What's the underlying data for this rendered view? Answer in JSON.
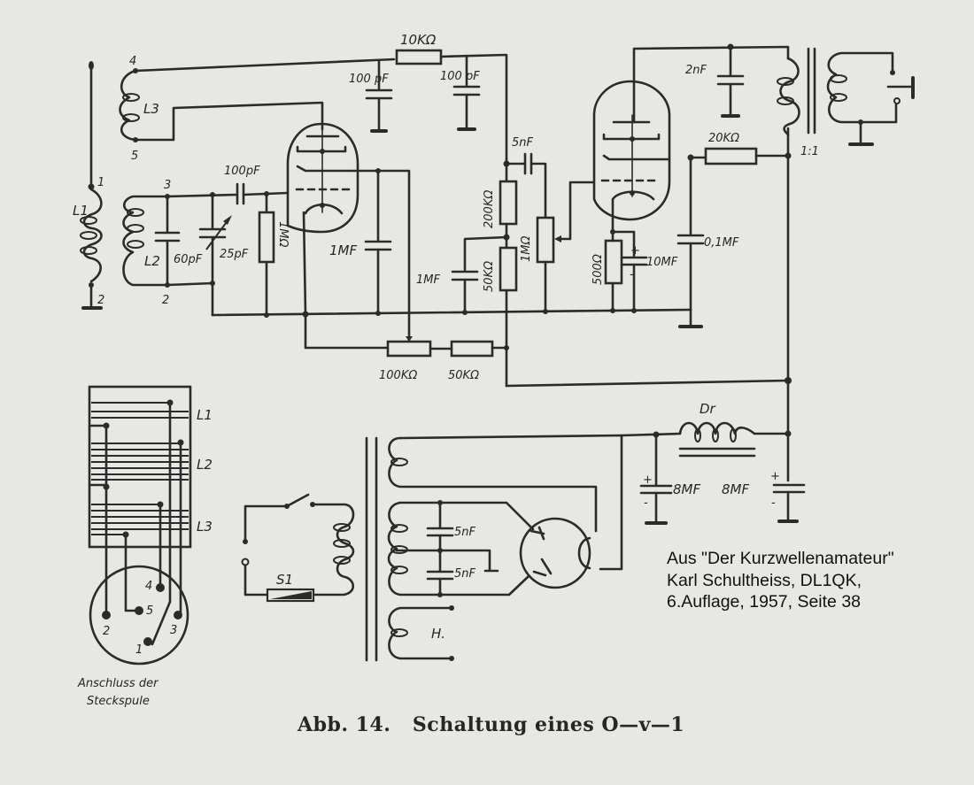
{
  "figure": {
    "caption_number": "Abb. 14.",
    "caption_text": "Schaltung eines O—v—1"
  },
  "source_note": {
    "line1": "Aus \"Der Kurzwellenamateur\"",
    "line2": "Karl Schultheiss, DL1QK,",
    "line3": "6.Auflage, 1957, Seite 38"
  },
  "coil_socket": {
    "title_line1": "Anschluss der",
    "title_line2": "Steckspule",
    "coil_labels": [
      "L1",
      "L2",
      "L3"
    ],
    "pins": [
      "1",
      "2",
      "3",
      "4",
      "5"
    ]
  },
  "detector_stage": {
    "coil_L1": "L1",
    "coil_L2": "L2",
    "coil_L3": "L3",
    "terminals": [
      "1",
      "2",
      "3",
      "4",
      "5"
    ],
    "c_tank": "60pF",
    "c_variable": "25pF",
    "c_grid": "100pF",
    "r_grid": "1MΩ",
    "r_feedback": "10KΩ",
    "c_rf1": "100 pF",
    "c_rf2": "100 pF",
    "c_screen": "1MF",
    "r_div1": "100KΩ",
    "r_div2": "50KΩ"
  },
  "coupling": {
    "c_couple": "5nF",
    "r_anode": "200KΩ",
    "r_decouple": "50KΩ",
    "c_decouple": "1MF",
    "pot": "1MΩ"
  },
  "output_stage": {
    "r_cathode": "500Ω",
    "c_cathode": "10MF",
    "c_screen": "0,1MF",
    "r_screen": "20KΩ",
    "c_anode": "2nF",
    "transformer_ratio": "1:1"
  },
  "power_supply": {
    "choke": "Dr",
    "c_filter1": "8MF",
    "c_filter2": "8MF",
    "c_hv1": "5nF",
    "c_hv2": "5nF",
    "switch": "S1",
    "heater": "H."
  },
  "polarity": {
    "plus": "+",
    "minus": "-"
  }
}
